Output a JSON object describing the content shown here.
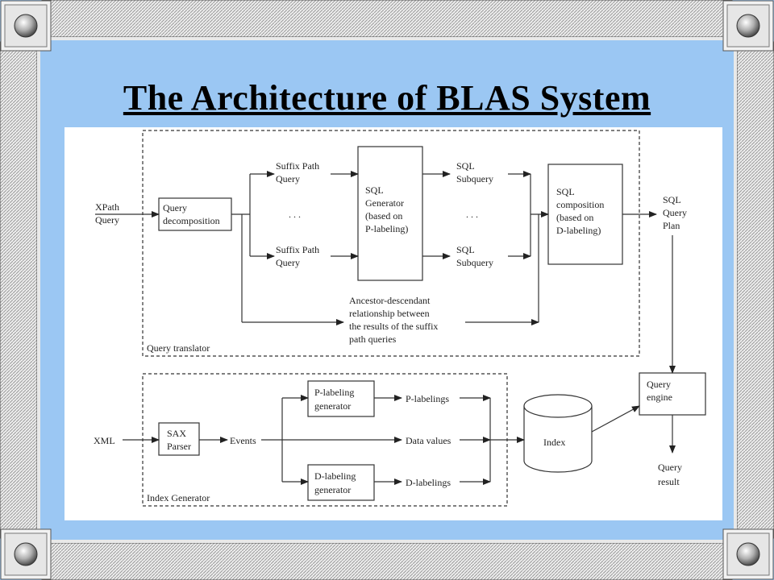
{
  "slide": {
    "title": "The Architecture of BLAS System",
    "colors": {
      "background": "#9bc7f3",
      "frame": "#e6e6e6",
      "diagram_bg": "#ffffff"
    }
  },
  "diagram": {
    "query_translator": {
      "label": "Query translator",
      "input": [
        "XPath",
        "Query"
      ],
      "decomposition": [
        "Query",
        "decomposition"
      ],
      "suffix_top": [
        "Suffix Path",
        "Query"
      ],
      "suffix_bottom": [
        "Suffix Path",
        "Query"
      ],
      "ellipsis": ". . .",
      "generator": [
        "SQL",
        "Generator",
        "(based on",
        "P-labeling)"
      ],
      "subquery_top": [
        "SQL",
        "Subquery"
      ],
      "subquery_bottom": [
        "SQL",
        "Subquery"
      ],
      "composition": [
        "SQL",
        "composition",
        "(based on",
        "D-labeling)"
      ],
      "output": [
        "SQL",
        "Query",
        "Plan"
      ],
      "relationship": [
        "Ancestor-descendant",
        "relationship between",
        "the results of the suffix",
        "path queries"
      ]
    },
    "index_generator": {
      "label": "Index Generator",
      "input": "XML",
      "sax": [
        "SAX",
        "Parser"
      ],
      "events": "Events",
      "p_gen": [
        "P-labeling",
        "generator"
      ],
      "d_gen": [
        "D-labeling",
        "generator"
      ],
      "p_out": "P-labelings",
      "data_values": "Data values",
      "d_out": "D-labelings",
      "index": "Index"
    },
    "engine": {
      "box": [
        "Query",
        "engine"
      ],
      "result": [
        "Query",
        "result"
      ]
    }
  }
}
